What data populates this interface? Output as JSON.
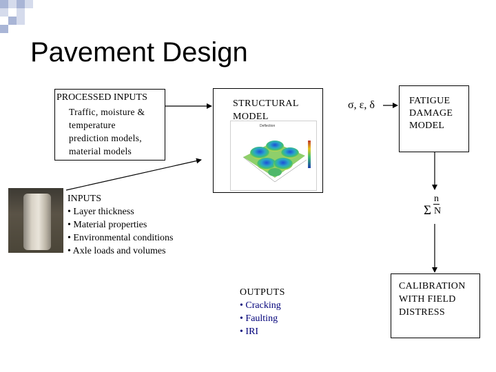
{
  "title": "Pavement Design",
  "processed_inputs": {
    "heading": "PROCESSED INPUTS",
    "lines": [
      "Traffic, moisture &",
      "temperature",
      "prediction models,",
      "material models"
    ]
  },
  "structural_model": {
    "lines": [
      "STRUCTURAL",
      "MODEL"
    ],
    "plot_title": "Deflection"
  },
  "response_symbols": "σ, ε, δ",
  "fatigue_model": {
    "lines": [
      "FATIGUE",
      "DAMAGE",
      "MODEL"
    ]
  },
  "damage_sum": {
    "sigma": "Σ",
    "numerator": "n",
    "denominator": "N"
  },
  "inputs": {
    "heading": "INPUTS",
    "items": [
      "• Layer thickness",
      "• Material properties",
      "• Environmental conditions",
      "• Axle loads and volumes"
    ]
  },
  "outputs": {
    "heading": "OUTPUTS",
    "items": [
      "• Cracking",
      "• Faulting",
      "• IRI"
    ]
  },
  "calibration": {
    "lines": [
      "CALIBRATION",
      "WITH FIELD",
      "DISTRESS"
    ]
  },
  "colors": {
    "decor_square": "#a9b5d6",
    "decor_square_light": "#d5dbec",
    "output_text": "#00007a"
  }
}
